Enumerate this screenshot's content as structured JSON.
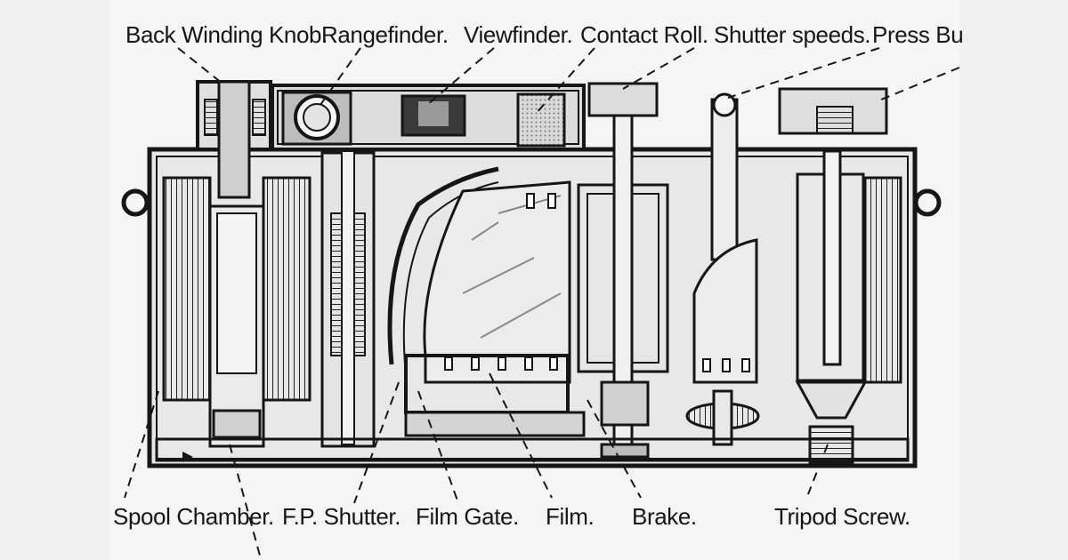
{
  "labels": {
    "top": {
      "back_winding_knob": "Back Winding Knob.",
      "rangefinder": "Rangefinder.",
      "viewfinder": "Viewfinder.",
      "contact_roll": "Contact Roll.",
      "shutter_speeds": "Shutter speeds.",
      "press_button": "Press Bu"
    },
    "bottom": {
      "spool_chamber": "Spool Chamber.",
      "fp_shutter": "F.P. Shutter.",
      "film_gate": "Film Gate.",
      "film": "Film.",
      "brake": "Brake.",
      "tripod_screw": "Tripod Screw."
    }
  },
  "colors": {
    "ink": "#161616",
    "paper": "#f5f5f5",
    "shade": "#bdbdbd",
    "dark": "#3a3a3a"
  }
}
